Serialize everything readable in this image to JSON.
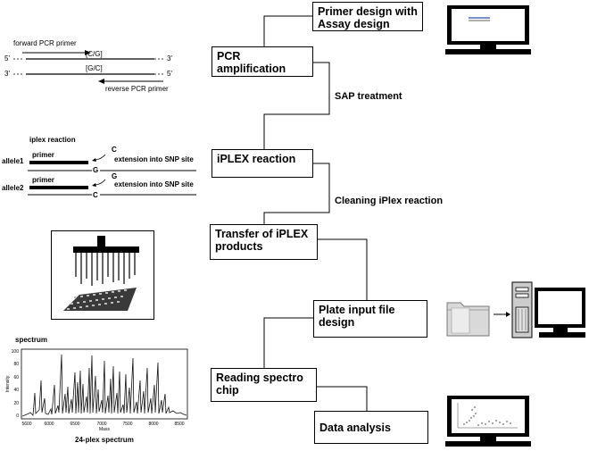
{
  "steps": {
    "primer_design": "Primer design with Assay design",
    "pcr": "PCR amplification",
    "iplex": "iPLEX reaction",
    "transfer": "Transfer of iPLEX products",
    "plate_input": "Plate input file design",
    "reading_chip": "Reading spectro chip",
    "data_analysis": "Data analysis"
  },
  "edge_labels": {
    "sap": "SAP treatment",
    "cleaning": "Cleaning iPlex reaction"
  },
  "pcr_diagram": {
    "forward_primer": "forward PCR primer",
    "reverse_primer": "reverse PCR primer",
    "snp_top": "[C/G]",
    "snp_bottom": "[G/C]",
    "five_prime": "5'",
    "three_prime": "3'"
  },
  "iplex_diagram": {
    "title": "iplex  reaction",
    "primer": "primer",
    "allele1": "allele1",
    "allele2": "allele2",
    "extension": "extension into SNP site",
    "base_c": "C",
    "base_g": "G"
  },
  "spectrum": {
    "title": "spectrum",
    "caption": "24-plex spectrum",
    "y_axis_label": "Intensity",
    "x_axis_label": "Mass",
    "y_ticks": [
      "0",
      "20",
      "40",
      "60",
      "80",
      "100"
    ],
    "x_ticks": [
      "5600",
      "6000",
      "6500",
      "7000",
      "7500",
      "8000",
      "8500"
    ]
  }
}
